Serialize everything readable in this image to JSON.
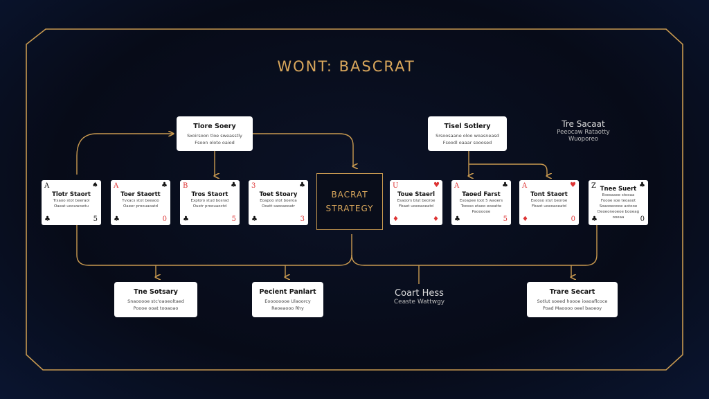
{
  "title": "WONT: BASCRAT",
  "center_box": {
    "line1": "BACRAT",
    "line2": "STRATEGY"
  },
  "top_boxes": [
    {
      "title": "Tlore Soery",
      "lines": [
        "Sxoirsoon tloe sweasstly",
        "Fsoon oloto oaiod"
      ]
    },
    {
      "title": "Tisel Sotlery",
      "lines": [
        "Srsoosaane oloo woasneasd",
        "Fsoodl oaaar sooosed"
      ]
    }
  ],
  "side_note": {
    "title": "Tre Sacaat",
    "lines": [
      "Peeocaw Rataotty",
      "Wuoporeo"
    ]
  },
  "cards": [
    {
      "tl": "A",
      "tr": "♠",
      "bl": "♣",
      "br": "5",
      "red": false,
      "title": "Tlotr Staort",
      "lines": [
        "Trxaoo stot beeraol",
        "Oaeat uoouwowtu"
      ]
    },
    {
      "tl": "A",
      "tr": "♣",
      "bl": "♣",
      "br": "0",
      "red": true,
      "title": "Toer Staortt",
      "lines": [
        "Tvxacs stot beeaoo",
        "Oaeer proouaoatd"
      ]
    },
    {
      "tl": "B",
      "tr": "♣",
      "bl": "♣",
      "br": "5",
      "red": true,
      "title": "Tros Staort",
      "lines": [
        "Exploro stud bosrad",
        "Ouetr proouaoctd"
      ]
    },
    {
      "tl": "3",
      "tr": "♣",
      "bl": "♣",
      "br": "3",
      "red": true,
      "title": "Toet Stoary",
      "lines": [
        "Eoapoo stot boeroa",
        "Ooatt saooaooatr"
      ]
    },
    {
      "tl": "U",
      "tr": "♥",
      "bl": "♦",
      "br": "♦",
      "red": true,
      "title": "Toue Staerl",
      "lines": [
        "Esaoors blut beoroe",
        "Fbaet uoeoaoeatd"
      ]
    },
    {
      "tl": "A",
      "tr": "♣",
      "bl": "♣",
      "br": "5",
      "red": true,
      "title": "Taoed Farst",
      "lines": [
        "Esoapee ioot 5 waoers",
        "Toosso etaoo eoeatte",
        "Paoooooe"
      ]
    },
    {
      "tl": "A",
      "tr": "♥",
      "bl": "♦",
      "br": "0",
      "red": true,
      "title": "Tont Staort",
      "lines": [
        "Esooso stut beoroe",
        "Fbaot uoeoaoeatd"
      ]
    },
    {
      "tl": "Z",
      "tr": "♣",
      "bl": "♣",
      "br": "0",
      "red": false,
      "title": "Tnee Suert",
      "lines": [
        "Eoosaaoe stooaa",
        "Foooe soe teoasot",
        "Soaooeoooe aotooe",
        "Deoeoneoeoe booeag",
        "ooeaa"
      ]
    }
  ],
  "bottom_boxes": [
    {
      "title": "Tne Sotsary",
      "lines": [
        "Snaooooe stc'oaoeoltaed",
        "Poooe ooat tooaoao"
      ]
    },
    {
      "title": "Pecient Panlart",
      "lines": [
        "Eoooooooe Ulaoorcy",
        "Reoeaooo Rhy"
      ]
    },
    {
      "title": "Trare Secart",
      "lines": [
        "Sotlut soeed hoooe ioaoaflcoce",
        "Poad Maoooo oeel baoeoy"
      ]
    }
  ],
  "bottom_note": {
    "title": "Coart Hess",
    "subtitle": "Ceaste Wattwgy"
  },
  "colors": {
    "gold": "#c99a50",
    "background": "#070b18"
  }
}
